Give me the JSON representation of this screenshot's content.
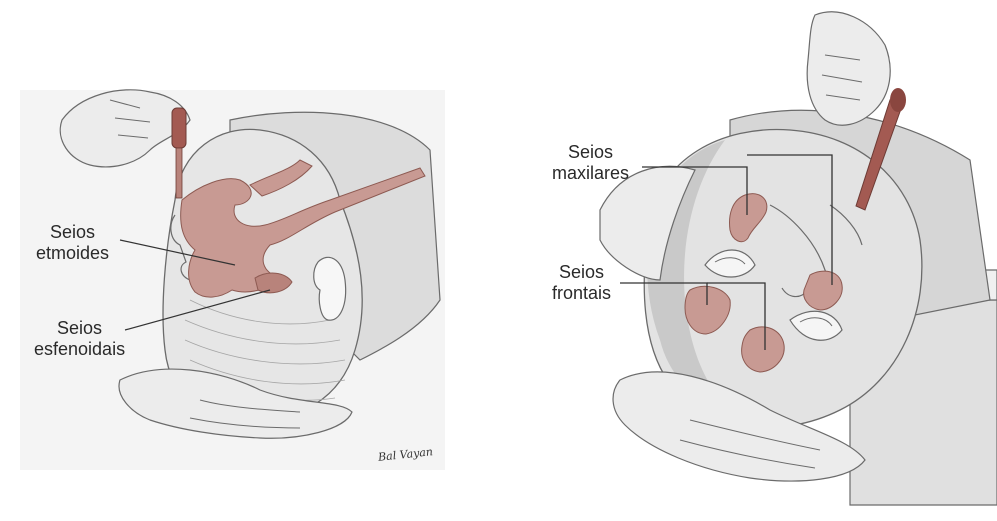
{
  "left": {
    "labels": {
      "ethmoid_line1": "Seios",
      "ethmoid_line2": "etmoides",
      "sphenoid_line1": "Seios",
      "sphenoid_line2": "esfenoidais"
    },
    "signature": "Bal Vayan"
  },
  "right": {
    "labels": {
      "maxillary_line1": "Seios",
      "maxillary_line2": "maxilares",
      "frontal_line1": "Seios",
      "frontal_line2": "frontais"
    }
  },
  "colors": {
    "sinus_fill": "#c89a93",
    "sinus_stroke": "#8d5a52",
    "dropper": "#a35a52",
    "skin": "#e6e6e6",
    "shadow": "#b9b9b9",
    "outline": "#6b6b6b"
  }
}
